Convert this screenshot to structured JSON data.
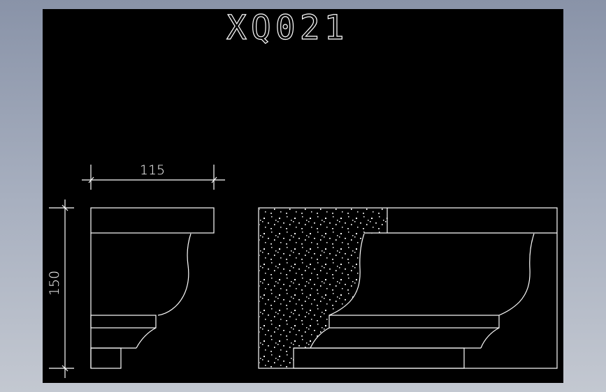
{
  "drawing": {
    "title": "XQ021",
    "background": "#000000",
    "line_color": "#ffffff",
    "dimensions": {
      "width_label": "115",
      "height_label": "150"
    },
    "views": [
      {
        "name": "profile",
        "description": "Cornice molding profile outline"
      },
      {
        "name": "section",
        "description": "Cornice molding section with hatched infill"
      }
    ]
  }
}
